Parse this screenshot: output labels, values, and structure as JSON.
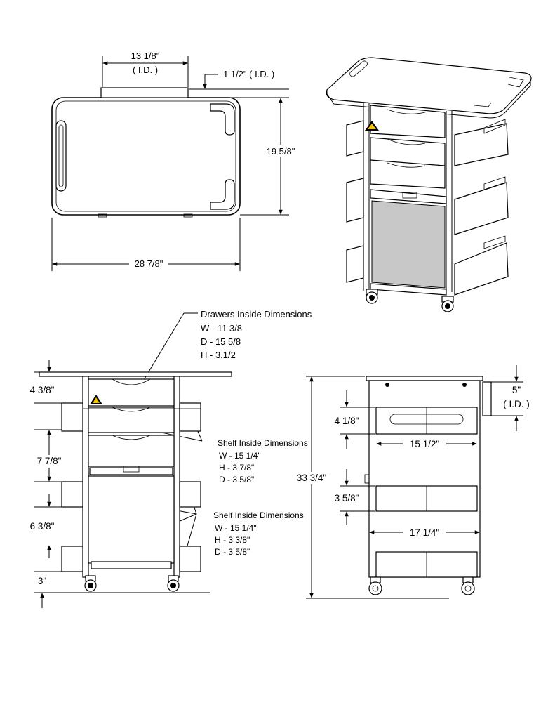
{
  "top_view": {
    "dim_width_id": "13 1/8\"",
    "dim_width_id_sub": "( I.D. )",
    "dim_depth_id": "1 1/2\" ( I.D. )",
    "dim_depth": "19 5/8\"",
    "dim_width": "28 7/8\""
  },
  "drawers_note": {
    "title": "Drawers Inside Dimensions",
    "w": "W - 11 3/8",
    "d": "D - 15 5/8",
    "h": "H - 3.1/2"
  },
  "shelf_note_1": {
    "title": "Shelf Inside Dimensions",
    "w": "W - 15 1/4\"",
    "h": "H - 3 7/8\"",
    "d": "D - 3 5/8\""
  },
  "shelf_note_2": {
    "title": "Shelf Inside Dimensions",
    "w": "W - 15 1/4\"",
    "h": "H - 3 3/8\"",
    "d": "D - 3 5/8\""
  },
  "front_view": {
    "dim_top_shelf": "4 3/8\"",
    "dim_mid_shelf": "7 7/8\"",
    "dim_low_shelf": "6 3/8\"",
    "dim_base": "3\""
  },
  "side_view": {
    "dim_height": "33 3/4\"",
    "dim_handle": "5\"",
    "dim_handle_sub": "( I.D. )",
    "dim_top_gap": "4 1/8\"",
    "dim_inner_width": "15 1/2\"",
    "dim_mid_gap": "3 5/8\"",
    "dim_outer_width": "17 1/4\""
  }
}
